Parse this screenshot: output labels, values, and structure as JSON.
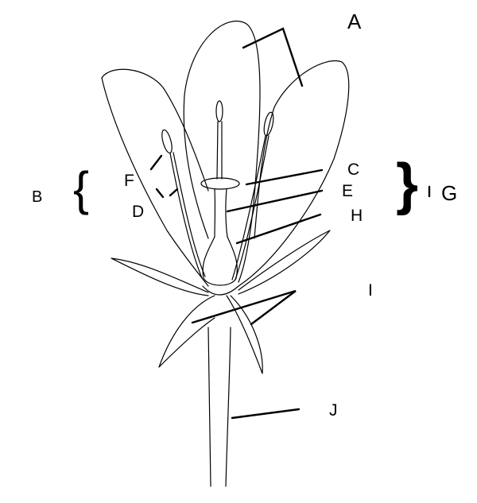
{
  "diagram": {
    "labels": {
      "A": "A",
      "B": "B",
      "C": "C",
      "D": "D",
      "E": "E",
      "F": "F",
      "G": "G",
      "H": "H",
      "I": "I",
      "J": "J"
    },
    "brackets": {
      "left": "{",
      "right": "}"
    }
  }
}
